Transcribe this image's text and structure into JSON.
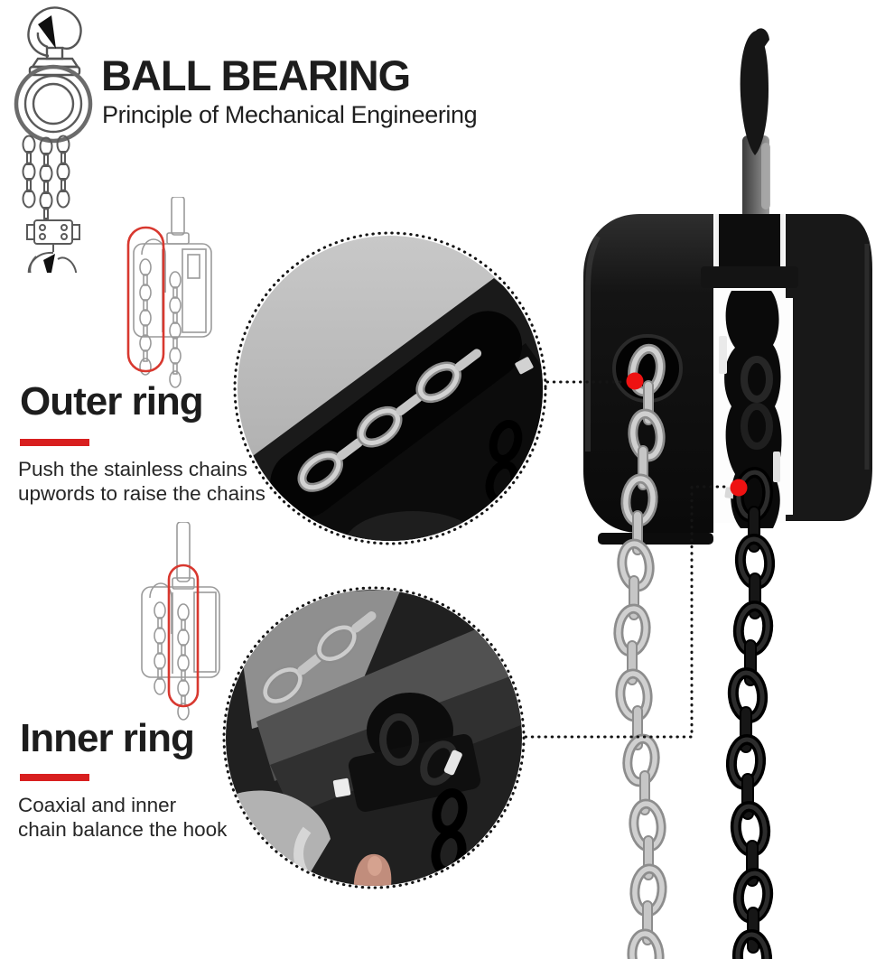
{
  "header": {
    "title": "BALL BEARING",
    "subtitle": "Principle of Mechanical Engineering"
  },
  "callouts": {
    "outer": {
      "heading": "Outer ring",
      "body_lines": [
        "Push the stainless chains",
        "upwords to raise the chains"
      ]
    },
    "inner": {
      "heading": "Inner ring",
      "body_lines": [
        "Coaxial and inner",
        "chain balance the hook"
      ]
    }
  },
  "colors": {
    "accent_red": "#d81f1f",
    "marker_red": "#ee1212",
    "highlight_red": "#d8382f",
    "text_dark": "#1d1d1d",
    "line_dark": "#141414"
  }
}
